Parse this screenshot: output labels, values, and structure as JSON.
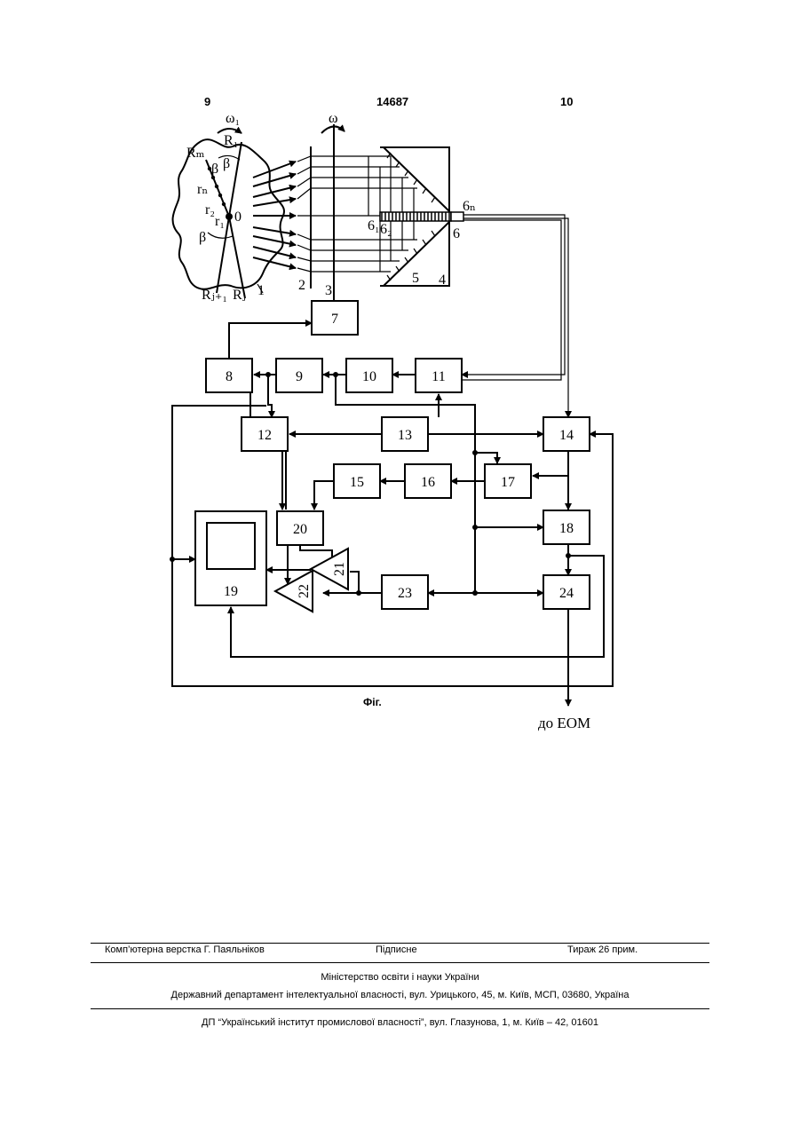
{
  "header": {
    "left_page": "9",
    "patent_number": "14687",
    "right_page": "10"
  },
  "figure": {
    "caption": "Фіг.",
    "output_label": "до ЕОМ",
    "symbols": {
      "omega1": "ω₁",
      "omega": "ω",
      "R1": "R₁",
      "Rm": "Rₘ",
      "Rj": "Rⱼ",
      "Rj1": "Rⱼ₊₁",
      "rn": "rₙ",
      "r2": "r₂",
      "r1": "r₁",
      "zero": "0",
      "beta": "β",
      "s61": "6₁",
      "s62": "6₂",
      "s6n": "6ₙ"
    },
    "part_labels": [
      "1",
      "2",
      "3",
      "4",
      "5",
      "6"
    ],
    "blocks": [
      "7",
      "8",
      "9",
      "10",
      "11",
      "12",
      "13",
      "14",
      "15",
      "16",
      "17",
      "18",
      "19",
      "20",
      "21",
      "22",
      "23",
      "24"
    ]
  },
  "footer": {
    "typesetting": "Комп’ютерна верстка Г. Паяльніков",
    "signed": "Підписне",
    "circulation": "Тираж 26 прим.",
    "ministry": "Міністерство освіти і науки України",
    "department": "Державний департамент інтелектуальної власності, вул. Урицького, 45, м. Київ, МСП, 03680, Україна",
    "institute": "ДП “Український інститут промислової власності”, вул. Глазунова, 1, м. Київ – 42, 01601"
  }
}
